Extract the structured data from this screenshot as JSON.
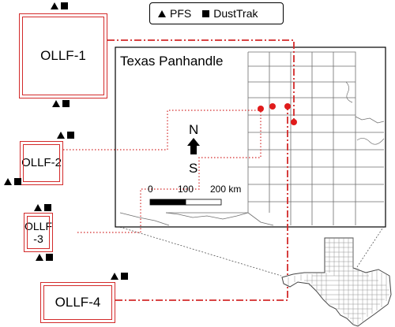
{
  "legend": {
    "pfs_label": "PFS",
    "dusttrak_label": "DustTrak",
    "pfs_symbol": "triangle-icon",
    "dusttrak_symbol": "square-icon"
  },
  "map": {
    "title": "Texas Panhandle",
    "north_top": "N",
    "north_bottom": "S",
    "scale_ticks": [
      "0",
      "100",
      "200 km"
    ],
    "site_color": "#e01b1b",
    "line_color": "#d32a2a"
  },
  "sites": [
    {
      "label": "OLLF-1",
      "instruments": [
        "PFS",
        "DustTrak"
      ]
    },
    {
      "label": "OLLF-2",
      "instruments": [
        "PFS",
        "DustTrak"
      ]
    },
    {
      "label": "OLLF\n-3",
      "instruments": [
        "PFS",
        "DustTrak"
      ]
    },
    {
      "label": "OLLF-4",
      "instruments": [
        "PFS",
        "DustTrak"
      ]
    }
  ]
}
